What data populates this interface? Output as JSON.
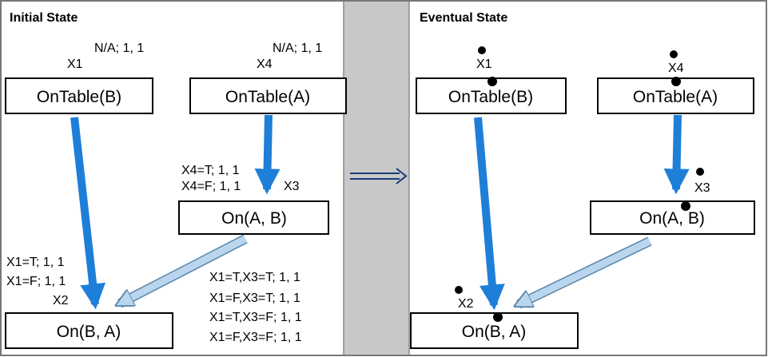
{
  "panels": {
    "left_title": "Initial State",
    "right_title": "Eventual State"
  },
  "initial": {
    "nodes": {
      "x1": {
        "var": "X1",
        "label": "OnTable(B)",
        "cpt": "N/A; 1, 1"
      },
      "x4": {
        "var": "X4",
        "label": "OnTable(A)",
        "cpt": "N/A; 1, 1"
      },
      "x3": {
        "var": "X3",
        "label": "On(A, B)",
        "cpt": [
          "X4=T; 1, 1",
          "X4=F; 1, 1"
        ]
      },
      "x2": {
        "var": "X2",
        "label": "On(B, A)",
        "cpt_left": [
          "X1=T; 1, 1",
          "X1=F; 1, 1"
        ],
        "cpt_right": [
          "X1=T,X3=T; 1, 1",
          "X1=F,X3=T; 1, 1",
          "X1=T,X3=F; 1, 1",
          "X1=F,X3=F; 1, 1"
        ]
      }
    }
  },
  "eventual": {
    "nodes": {
      "x1": {
        "var": "X1",
        "label": "OnTable(B)"
      },
      "x4": {
        "var": "X4",
        "label": "OnTable(A)"
      },
      "x3": {
        "var": "X3",
        "label": "On(A, B)"
      },
      "x2": {
        "var": "X2",
        "label": "On(B, A)"
      }
    }
  },
  "colors": {
    "strong_edge": "#1e7fd8",
    "weak_edge": "#b9d6ee",
    "divider": "#c8c8c8",
    "border": "#777777"
  }
}
